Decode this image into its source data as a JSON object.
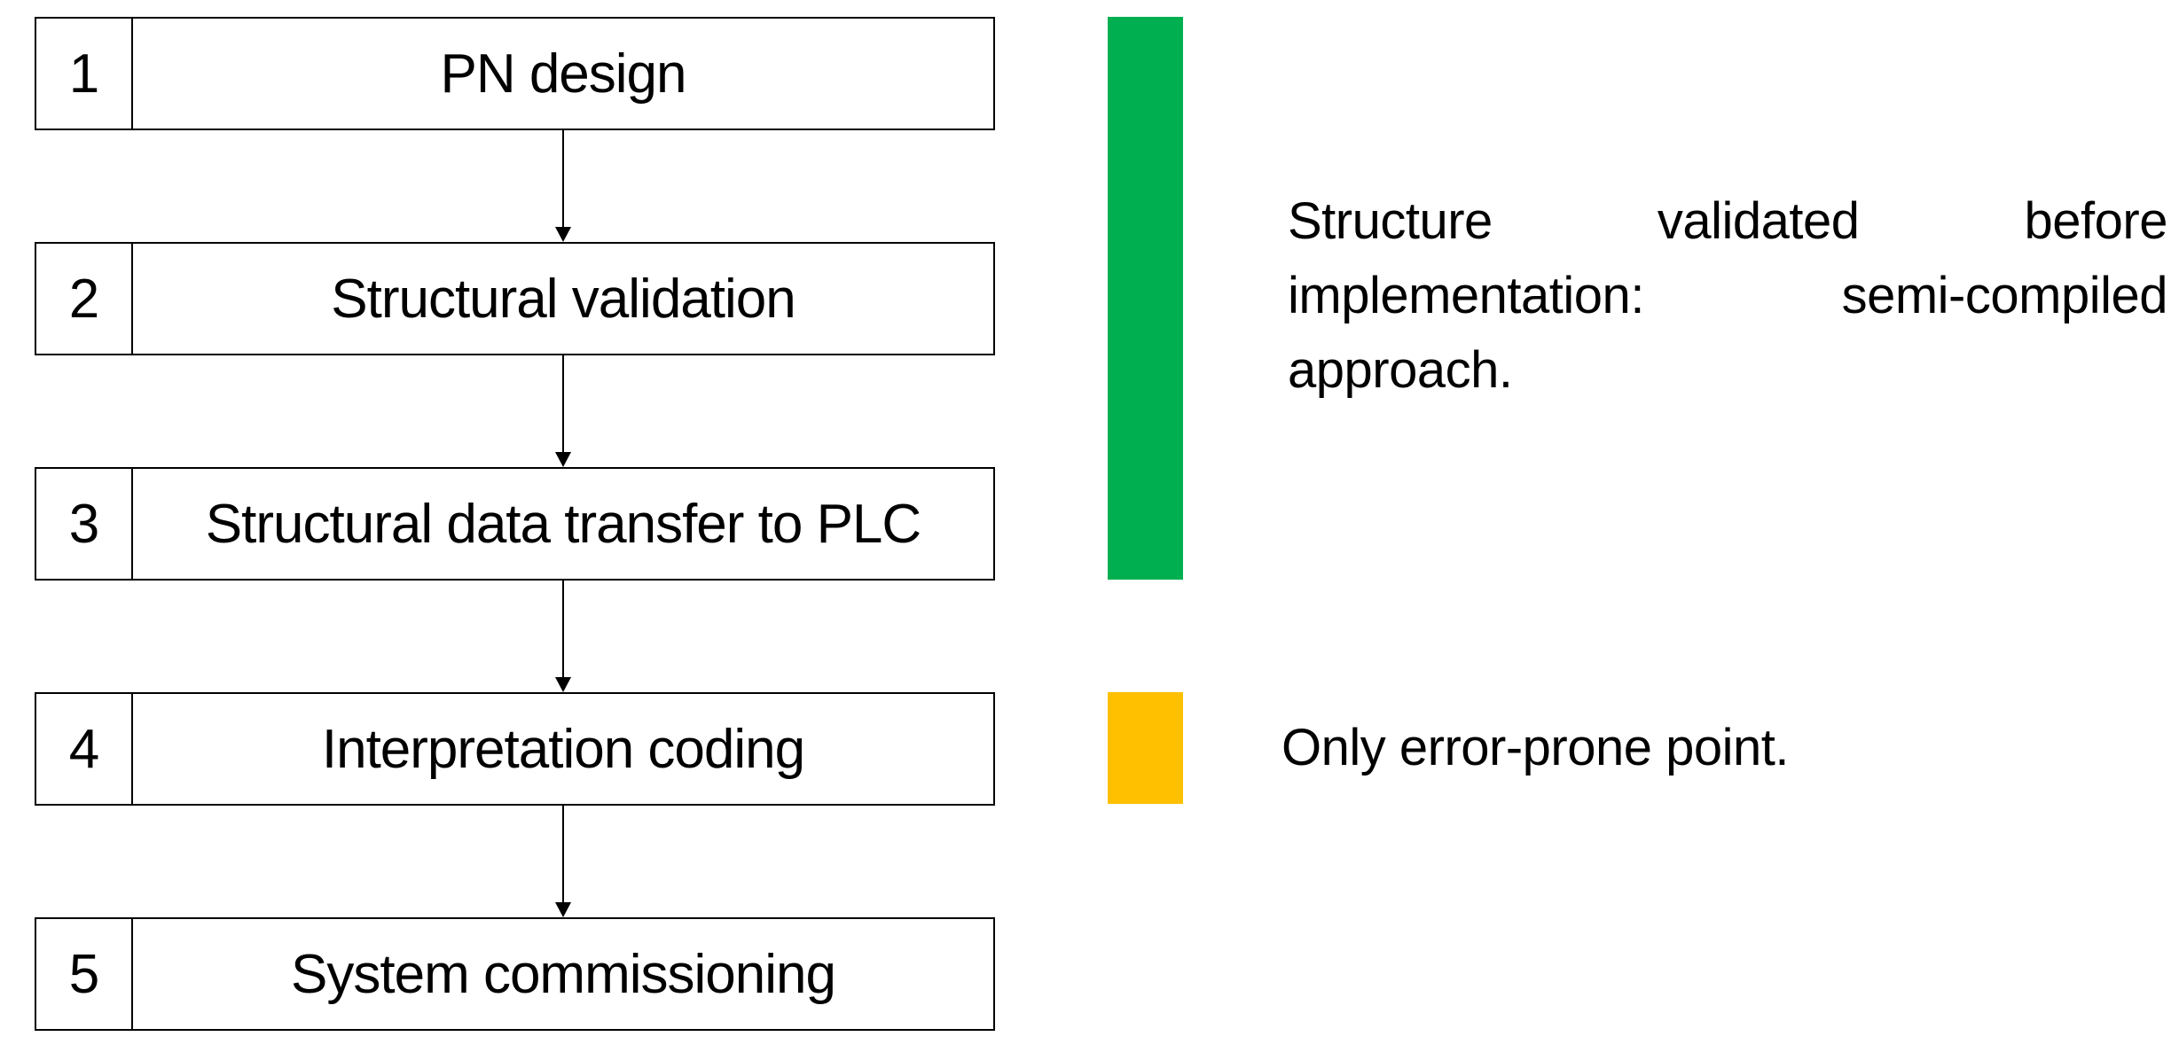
{
  "flow": {
    "steps": [
      {
        "number": "1",
        "label": "PN design"
      },
      {
        "number": "2",
        "label": "Structural validation"
      },
      {
        "number": "3",
        "label": "Structural data transfer to PLC"
      },
      {
        "number": "4",
        "label": "Interpretation coding"
      },
      {
        "number": "5",
        "label": "System commissioning"
      }
    ]
  },
  "annotations": {
    "green_note": {
      "color": "#00B050",
      "text": "Structure validated before implementation: semi-compiled approach."
    },
    "yellow_note": {
      "color": "#FFC000",
      "text": "Only error-prone point."
    }
  }
}
